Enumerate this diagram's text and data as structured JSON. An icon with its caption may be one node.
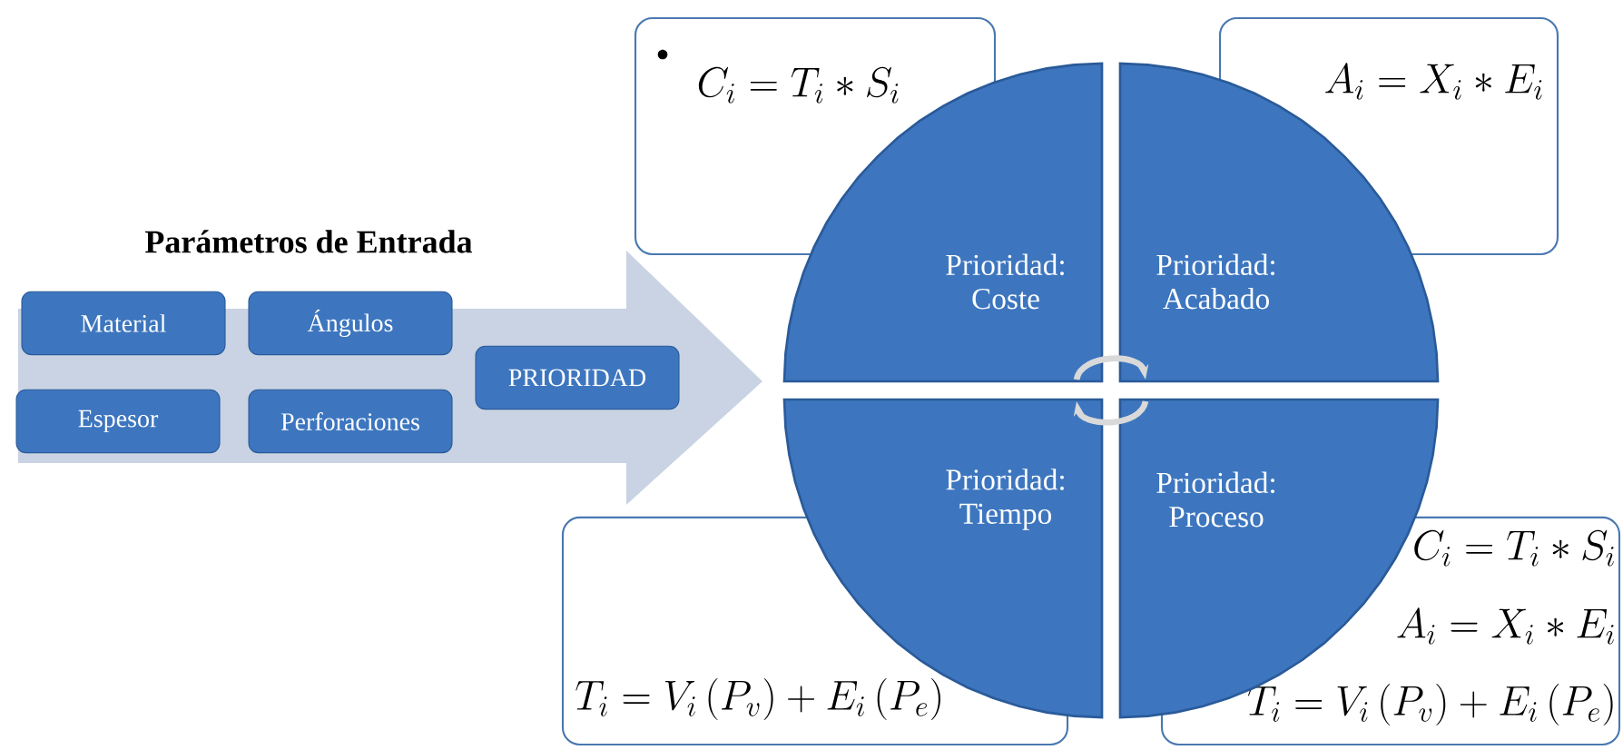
{
  "diagram": {
    "title": "Parámetros de Entrada",
    "nodes": [
      {
        "text": [],
        "shape": "arrow"
      },
      {
        "text": [
          "Material"
        ],
        "in": 0
      },
      {
        "text": [
          "Ángulos"
        ],
        "in": 0
      },
      {
        "text": [
          "Espesor"
        ],
        "in": 0
      },
      {
        "text": [
          "Perforaciones"
        ],
        "in": 0
      },
      {
        "text": [
          "PRIORIDAD"
        ],
        "in": 0
      },
      {
        "text": [
          "C_i = T_i * S_i"
        ]
      },
      {
        "text": [
          "A_i = X_i * E_i"
        ]
      },
      {
        "text": [
          "Prioridad: Coste"
        ]
      },
      {
        "text": [
          "Prioridad: Acabado"
        ]
      },
      {
        "text": [
          "Prioridad: Tiempo"
        ]
      },
      {
        "text": [
          "Prioridad: Proceso"
        ]
      },
      {
        "text": [
          "T_i = V_i\\left(P_v\\right) + E_i\\left(P_e\\right)"
        ]
      },
      {
        "text": [
          "C_i = T_i * S_i",
          "A_i = X_i * E_i",
          "T_i = V_i\\left(P_v\\right) + E_i\\left(P_e\\right)"
        ]
      }
    ],
    "edges": [
      {
        "from": 8,
        "to": 9,
        "arrow": "to"
      },
      {
        "from": 11,
        "to": 10,
        "arrow": "to"
      }
    ]
  }
}
